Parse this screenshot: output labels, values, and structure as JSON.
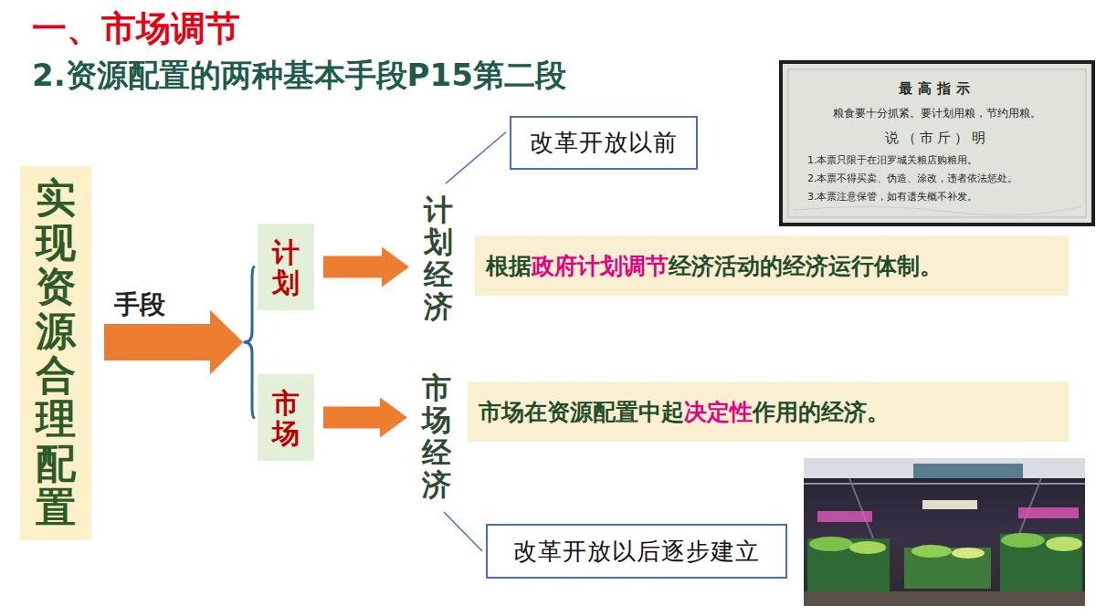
{
  "diagram": {
    "title": "一、市场调节",
    "nodes": [
      {
        "text": [
          "实现资源合理配置"
        ]
      },
      {
        "text": [
          "计划"
        ]
      },
      {
        "text": [
          "市场"
        ]
      },
      {
        "text": [
          "计划经济"
        ]
      },
      {
        "text": [
          "改革开放以前"
        ]
      },
      {
        "text": [
          "根据政府计划调节经济活动的经济运行体制。"
        ]
      },
      {
        "text": [
          "市场经济"
        ]
      },
      {
        "text": [
          "市场在资源配置中起决定性作用的经济。"
        ]
      },
      {
        "text": [
          "改革开放以后逐步建立"
        ]
      }
    ],
    "edges": [
      {
        "from": 0,
        "to": 1,
        "arrow": "to"
      },
      {
        "from": 0,
        "to": 2,
        "arrow": "to"
      },
      {
        "from": 1,
        "to": 3,
        "arrow": "to"
      },
      {
        "from": 2,
        "to": 6,
        "arrow": "to"
      },
      {
        "from": 3,
        "to": 4,
        "arrow": "none"
      },
      {
        "from": 6,
        "to": 8,
        "arrow": "none"
      }
    ],
    "labels": [
      "2.资源配置的两种基本手段P15第二段",
      "手段",
      "最高指示",
      "粮食要十分抓紧。要计划用粮，节约用粮。",
      "说（市斤）明",
      "1.本票只限于在汨罗城关粮店购粮用。",
      "2.本票不得买卖、伪造、涂改，违者依法惩处。",
      "3.本票注意保管，如有遗失概不补发。"
    ]
  }
}
